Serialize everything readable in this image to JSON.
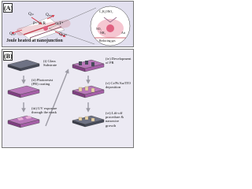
{
  "panel_a": {
    "tag": "(A)",
    "labels": {
      "q_in": "Qᵢₙ",
      "q_rad": "Qᵣₐ₉",
      "pv_label": "P=V²/R",
      "radiation": "σεT⁴",
      "q_out": "Qₒᵤₜ",
      "q_loss": "Qₗₒₛₛ",
      "joule": "Joule heated at nanojunction",
      "molecule_top": "C₂H₅ONO₂",
      "chem_no2": "NO₂",
      "chem_nh3": "NH₃",
      "chem_air": "Air",
      "reducing_gas": "Reducing gas"
    }
  },
  "panel_b": {
    "tag": "(B)",
    "steps": [
      {
        "num": "(i)",
        "text": "Glass\nSubstrate"
      },
      {
        "num": "(ii)",
        "text": "Photoresist\n(PR) coating"
      },
      {
        "num": "(iii)",
        "text": "UV exposure\nthrough the mask"
      },
      {
        "num": "(iv)",
        "text": "Development\nof PR"
      },
      {
        "num": "(v)",
        "text": "Cr/Pt/Au/ITO\ndeposition"
      },
      {
        "num": "(vi)",
        "text": "Lift-off\nprocedure &\nnanowire\ngrowth"
      }
    ]
  },
  "colors": {
    "panel_a_bg": "#e2e0ef",
    "panel_b_bg": "#eceaf3",
    "substrate": "#474b5a",
    "photoresist": "#a65fa8",
    "electrode": "#e8d4a8",
    "arrow": "#9b9aa4",
    "heat_red": "#d42a3a",
    "hot_spot": "#e06080"
  }
}
